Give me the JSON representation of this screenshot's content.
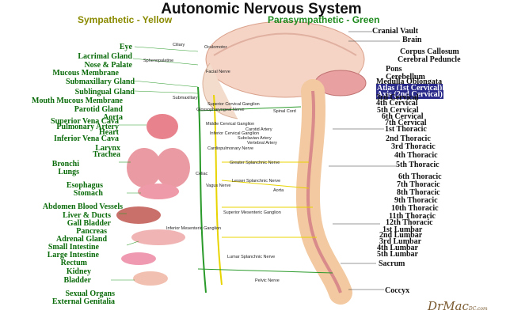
{
  "title": "Autonomic Nervous System",
  "legend": {
    "sympathetic": "Sympathetic - Yellow",
    "parasympathetic": "Parasympathetic - Green"
  },
  "left_labels": [
    "Eye",
    "Lacrimal Gland",
    "Nose & Palate",
    "Mucous Membrane",
    "Submaxillary Gland",
    "Sublingual Gland",
    "Mouth Mucous Membrane",
    "Parotid Gland",
    "Aorta",
    "Superior Vena Cava",
    "Pulmonary Artery",
    "Heart",
    "Inferior Vena Cava",
    "Larynx",
    "Trachea",
    "Bronchi",
    "Lungs",
    "Esophagus",
    "Stomach",
    "Abdomen Blood Vessels",
    "Liver & Ducts",
    "Gall Bladder",
    "Pancreas",
    "Adrenal Gland",
    "Small Intestine",
    "Large Intestine",
    "Rectum",
    "Kidney",
    "Bladder",
    "Sexual Organs",
    "External Genitalia"
  ],
  "right_labels": [
    "Cranial Vault",
    "Brain",
    "Corpus Callosum",
    "Cerebral Peduncle",
    "Pons",
    "Cerebellum",
    "Medulla Oblongata",
    "Atlas (1st Cervical)",
    "Axis (2nd Cervical)",
    "3rd Cervical",
    "4th Cervical",
    "5th Cervical",
    "6th Cervical",
    "7th Cervical",
    "1st Thoracic",
    "2nd Thoracic",
    "3rd Thoracic",
    "4th Thoracic",
    "5th Thoracic",
    "6th Thoracic",
    "7th Thoracic",
    "8th Thoracic",
    "9th Thoracic",
    "10th Thoracic",
    "11th Thoracic",
    "12th Thoracic",
    "1st Lumbar",
    "2nd Lumbar",
    "3rd Lumbar",
    "4th Lumbar",
    "5th Lumbar",
    "Sacrum",
    "Coccyx"
  ],
  "center_labels": [
    "Ciliary",
    "Oculomotor",
    "Sphenopalatine",
    "Facial Nerve",
    "Submaxillary",
    "Superior Cervical Ganglion",
    "Glossopharyngeal Nerve",
    "Spinal Cord",
    "Middle Cervical Ganglion",
    "Carotid Artery",
    "Inferior Cervical Ganglion",
    "Subclavian Artery",
    "Vertebral Artery",
    "Cardiopulmonary Nerve",
    "Greater Splanchnic Nerve",
    "Celiac",
    "Vagus Nerve",
    "Lesser Splanchnic Nerve",
    "Aorta",
    "Superior Mesenteric Ganglion",
    "Inferior Mesenteric Ganglion",
    "Lumar Splanchnic Nerve",
    "Pelvic Nerve"
  ],
  "signature": {
    "main": "DrMac",
    "small": "DC.com"
  },
  "colors": {
    "sympathetic": "#e8d400",
    "parasympathetic": "#2a9a2a",
    "label_green": "#0a6b0a",
    "bone": "#f2c9a0",
    "organ": "#e8828c"
  }
}
